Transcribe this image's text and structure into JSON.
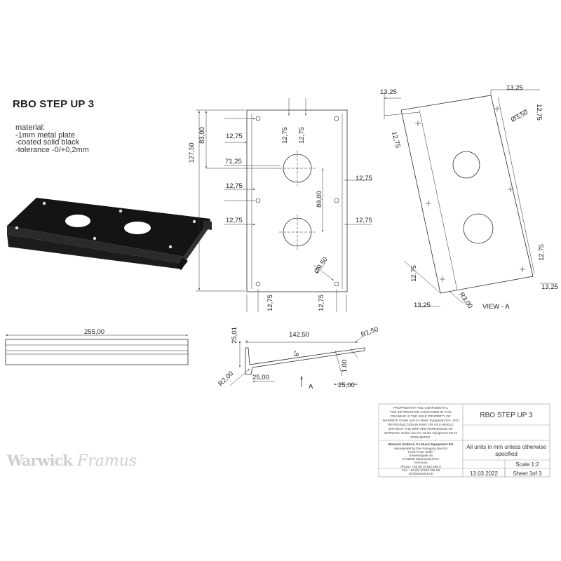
{
  "drawing": {
    "title": "RBO STEP UP 3",
    "material_lines": [
      "material:",
      "-1mm metal plate",
      "-coated solid black",
      "-tolerance -0/+0,2mm"
    ]
  },
  "top_view": {
    "dims": {
      "h_127": "127,50",
      "h_83": "83,00",
      "d_1275_a": "12,75",
      "d_1275_b": "12,75",
      "d_1275_c": "12,75",
      "d_7125": "71,25",
      "d_1275_left1": "12,75",
      "d_1275_left2": "12,75",
      "d_1275_left3": "12,75",
      "d_1275_right1": "12,75",
      "d_1275_right2": "12,75",
      "d_89": "89,00",
      "d_950": "Ø9,50",
      "d_1275_bot1": "12,75",
      "d_1275_bot2": "12,75"
    }
  },
  "iso_view": {
    "dims": {
      "d_1325_tl": "13,25",
      "d_1325_tr": "13,25",
      "d_1275_tr": "12,75",
      "d_350": "Ø3,50",
      "d_1275_l": "12,75",
      "d_1275_r": "12,75",
      "d_1275_bl": "12,75",
      "d_1325_bl": "13,25",
      "d_1325_br": "13,25",
      "d_300": "R3,00"
    },
    "label": "VIEW - A"
  },
  "front_view": {
    "dims": {
      "d_255": "255,00"
    }
  },
  "section_view": {
    "dims": {
      "d_14250": "142,50",
      "d_2501": "25,01",
      "d_r150": "R1,50",
      "d_6": "6°",
      "d_100": "1,00",
      "d_r200": "R2,00",
      "d_2500_a": "25,00",
      "d_2500_b": "25,00"
    },
    "arrow_label": "A"
  },
  "title_block": {
    "proprietary": [
      "PROPRIETARY AND CONFIDENTIAL",
      "THE INFORMATION CONTAINED IN THIS",
      "DRAWING IS THE SOLE PROPERTY OF",
      "WARWICK GmbH und Co Music Equipment KG.  ANY",
      "REPRODUCTION IN PART OR AS A WHOLE",
      "WITHOUT THE WRITTEN PERMISSION OF",
      "WARWICK GmbH und Co. Music Equipment KG IS",
      "PROHIBITED."
    ],
    "company": "Warwick GmbH & Co Music Equipment KG",
    "address_lines": [
      "represented by the managing director",
      "Hans-Peter Wilfer",
      "Gewerbepark 46",
      "D-08258 Markneukirchen",
      "Germany"
    ],
    "phone": "Phone: +49 (0) 37422 555 0",
    "fax": "Fax: +49 (0) 37422 555 99",
    "email": "info@warwick.de",
    "part_name": "RBO STEP UP 3",
    "units_note_1": "All units in mm unless otherwise",
    "units_note_2": "specified",
    "scale": "Scale 1:2",
    "date": "13.03.2022",
    "sheet": "Sheet 3of 3"
  },
  "logos": {
    "brand1": "Warwick",
    "brand2": "Framus"
  },
  "colors": {
    "line": "#2a2a2a",
    "plate": "#1a1a1a",
    "border": "#9a9a9a"
  }
}
